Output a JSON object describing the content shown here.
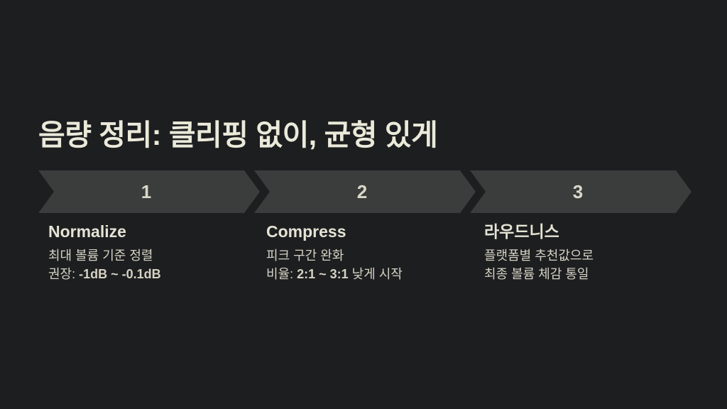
{
  "slide": {
    "title": "음량 정리: 클리핑 없이, 균형 있게",
    "steps": [
      {
        "number": "1",
        "heading": "Normalize",
        "line1": "최대 볼륨 기준 정렬",
        "line2_pre": "권장: ",
        "line2_bold": "-1dB ~ -0.1dB",
        "line2_post": ""
      },
      {
        "number": "2",
        "heading": "Compress",
        "line1": "피크 구간 완화",
        "line2_pre": "비율: ",
        "line2_bold": "2:1 ~ 3:1",
        "line2_post": " 낮게 시작"
      },
      {
        "number": "3",
        "heading": "라우드니스",
        "line1": "플랫폼별 추천값으로",
        "line2_pre": "최종 볼륨 체감 통일",
        "line2_bold": "",
        "line2_post": ""
      }
    ],
    "colors": {
      "background": "#1d1e20",
      "arrow_fill": "#3b3d3c",
      "title_text": "#ebe9d9",
      "number_text": "#d9d8c9",
      "heading_text": "#e5e3d4",
      "body_text": "#d5d2c4"
    }
  }
}
